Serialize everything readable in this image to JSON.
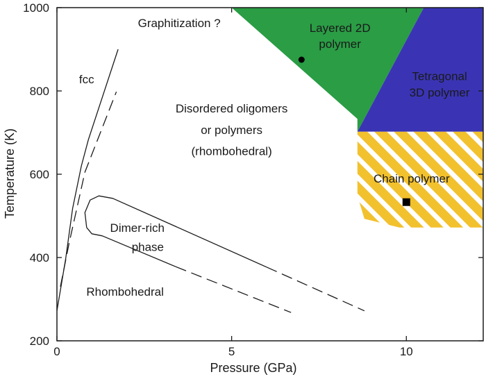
{
  "chart_data": {
    "type": "phase-diagram",
    "xlabel": "Pressure (GPa)",
    "ylabel": "Temperature (K)",
    "xlim": [
      0,
      12.2
    ],
    "ylim": [
      200,
      1000
    ],
    "x_ticks": [
      0,
      5,
      10
    ],
    "y_ticks": [
      200,
      400,
      600,
      800,
      1000
    ],
    "grid": false,
    "colors": {
      "layered": "#2a9d45",
      "tetragonal": "#3a34b4",
      "chain": "#f2c12e",
      "hatch": "#ffffff",
      "line": "#1a1a1a"
    },
    "regions": [
      {
        "name": "Layered 2D polymer",
        "fill": "layered",
        "polygon": [
          [
            5,
            1000
          ],
          [
            10.5,
            1000
          ],
          [
            8.6,
            702
          ],
          [
            8.6,
            733
          ]
        ]
      },
      {
        "name": "Tetragonal 3D polymer",
        "fill": "tetragonal",
        "polygon": [
          [
            10.5,
            1000
          ],
          [
            12.2,
            1000
          ],
          [
            12.2,
            702
          ],
          [
            8.6,
            702
          ]
        ]
      },
      {
        "name": "Chain polymer",
        "fill": "chain",
        "hatched": true,
        "polygon": [
          [
            8.6,
            702
          ],
          [
            12.2,
            702
          ],
          [
            12.2,
            472
          ],
          [
            9.8,
            472
          ],
          [
            8.8,
            493
          ],
          [
            8.6,
            548
          ]
        ]
      }
    ],
    "boundaries": [
      {
        "style": "solid",
        "points": [
          [
            0,
            272
          ],
          [
            0.25,
            397
          ],
          [
            0.45,
            518
          ],
          [
            0.7,
            620
          ],
          [
            0.9,
            683
          ],
          [
            1.75,
            900
          ]
        ]
      },
      {
        "style": "dashed",
        "points": [
          [
            0.1,
            330
          ],
          [
            0.35,
            435
          ],
          [
            0.8,
            605
          ],
          [
            1.7,
            798
          ]
        ]
      },
      {
        "style": "solid",
        "points": [
          [
            0.85,
            472
          ],
          [
            0.8,
            508
          ],
          [
            0.95,
            538
          ],
          [
            1.2,
            548
          ],
          [
            1.6,
            542
          ],
          [
            6,
            377
          ]
        ]
      },
      {
        "style": "dashed",
        "points": [
          [
            6,
            377
          ],
          [
            8.8,
            272
          ]
        ]
      },
      {
        "style": "solid",
        "points": [
          [
            0.85,
            472
          ],
          [
            1.0,
            457
          ],
          [
            1.3,
            452
          ],
          [
            3.4,
            378
          ]
        ]
      },
      {
        "style": "dashed",
        "points": [
          [
            3.4,
            378
          ],
          [
            6.7,
            268
          ]
        ]
      }
    ],
    "markers": [
      {
        "shape": "circle",
        "x": 7.0,
        "y": 875,
        "region": "Layered 2D polymer"
      },
      {
        "shape": "square",
        "x": 10.0,
        "y": 533,
        "region": "Chain polymer"
      }
    ],
    "annotations": [
      {
        "key": "graphitization",
        "text": "Graphitization ?",
        "x": 3.5,
        "y": 953
      },
      {
        "key": "fcc",
        "text": "fcc",
        "x": 0.85,
        "y": 818
      },
      {
        "key": "disordered1",
        "text": "Disordered oligomers",
        "x": 5.0,
        "y": 748
      },
      {
        "key": "disordered2",
        "text": "or polymers",
        "x": 5.0,
        "y": 697
      },
      {
        "key": "disordered3",
        "text": "(rhombohedral)",
        "x": 5.0,
        "y": 646
      },
      {
        "key": "dimer1",
        "text": "Dimer-rich",
        "x": 2.3,
        "y": 462
      },
      {
        "key": "dimer2",
        "text": "phase",
        "x": 2.6,
        "y": 416
      },
      {
        "key": "rhombohedral",
        "text": "Rhombohedral",
        "x": 1.95,
        "y": 308
      },
      {
        "key": "layered1",
        "text": "Layered 2D",
        "x": 8.1,
        "y": 942
      },
      {
        "key": "layered2",
        "text": "polymer",
        "x": 8.1,
        "y": 903
      },
      {
        "key": "tetragonal1",
        "text": "Tetragonal",
        "x": 10.95,
        "y": 826
      },
      {
        "key": "tetragonal2",
        "text": "3D polymer",
        "x": 10.95,
        "y": 787
      },
      {
        "key": "chain",
        "text": "Chain polymer",
        "x": 10.15,
        "y": 580
      }
    ]
  }
}
